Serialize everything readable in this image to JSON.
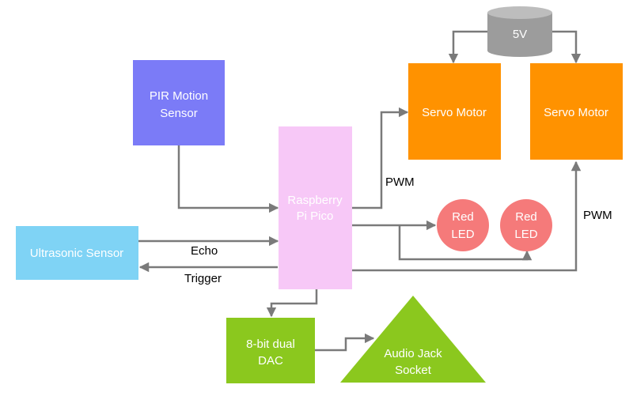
{
  "blocks": {
    "pir": [
      "PIR Motion",
      "Sensor"
    ],
    "ultrasonic": [
      "Ultrasonic Sensor"
    ],
    "pico": [
      "Raspberry",
      "Pi Pico"
    ],
    "servo_left": [
      "Servo Motor"
    ],
    "servo_right": [
      "Servo Motor"
    ],
    "supply": [
      "5V"
    ],
    "led_left": [
      "Red",
      "LED"
    ],
    "led_right": [
      "Red",
      "LED"
    ],
    "dac": [
      "8-bit dual",
      "DAC"
    ],
    "audio": [
      "Audio Jack",
      "Socket"
    ]
  },
  "connections": {
    "echo": "Echo",
    "trigger": "Trigger",
    "pwm_left": "PWM",
    "pwm_right": "PWM"
  },
  "colors": {
    "pir": "#7B7BF7",
    "ultrasonic": "#7FD3F5",
    "pico": "#F7C8F7",
    "servo": "#FF9200",
    "supply": "#9C9C9C",
    "led": "#F57A7A",
    "dac": "#8BC81E",
    "audio": "#8BC81E",
    "line": "#7A7A7A"
  }
}
